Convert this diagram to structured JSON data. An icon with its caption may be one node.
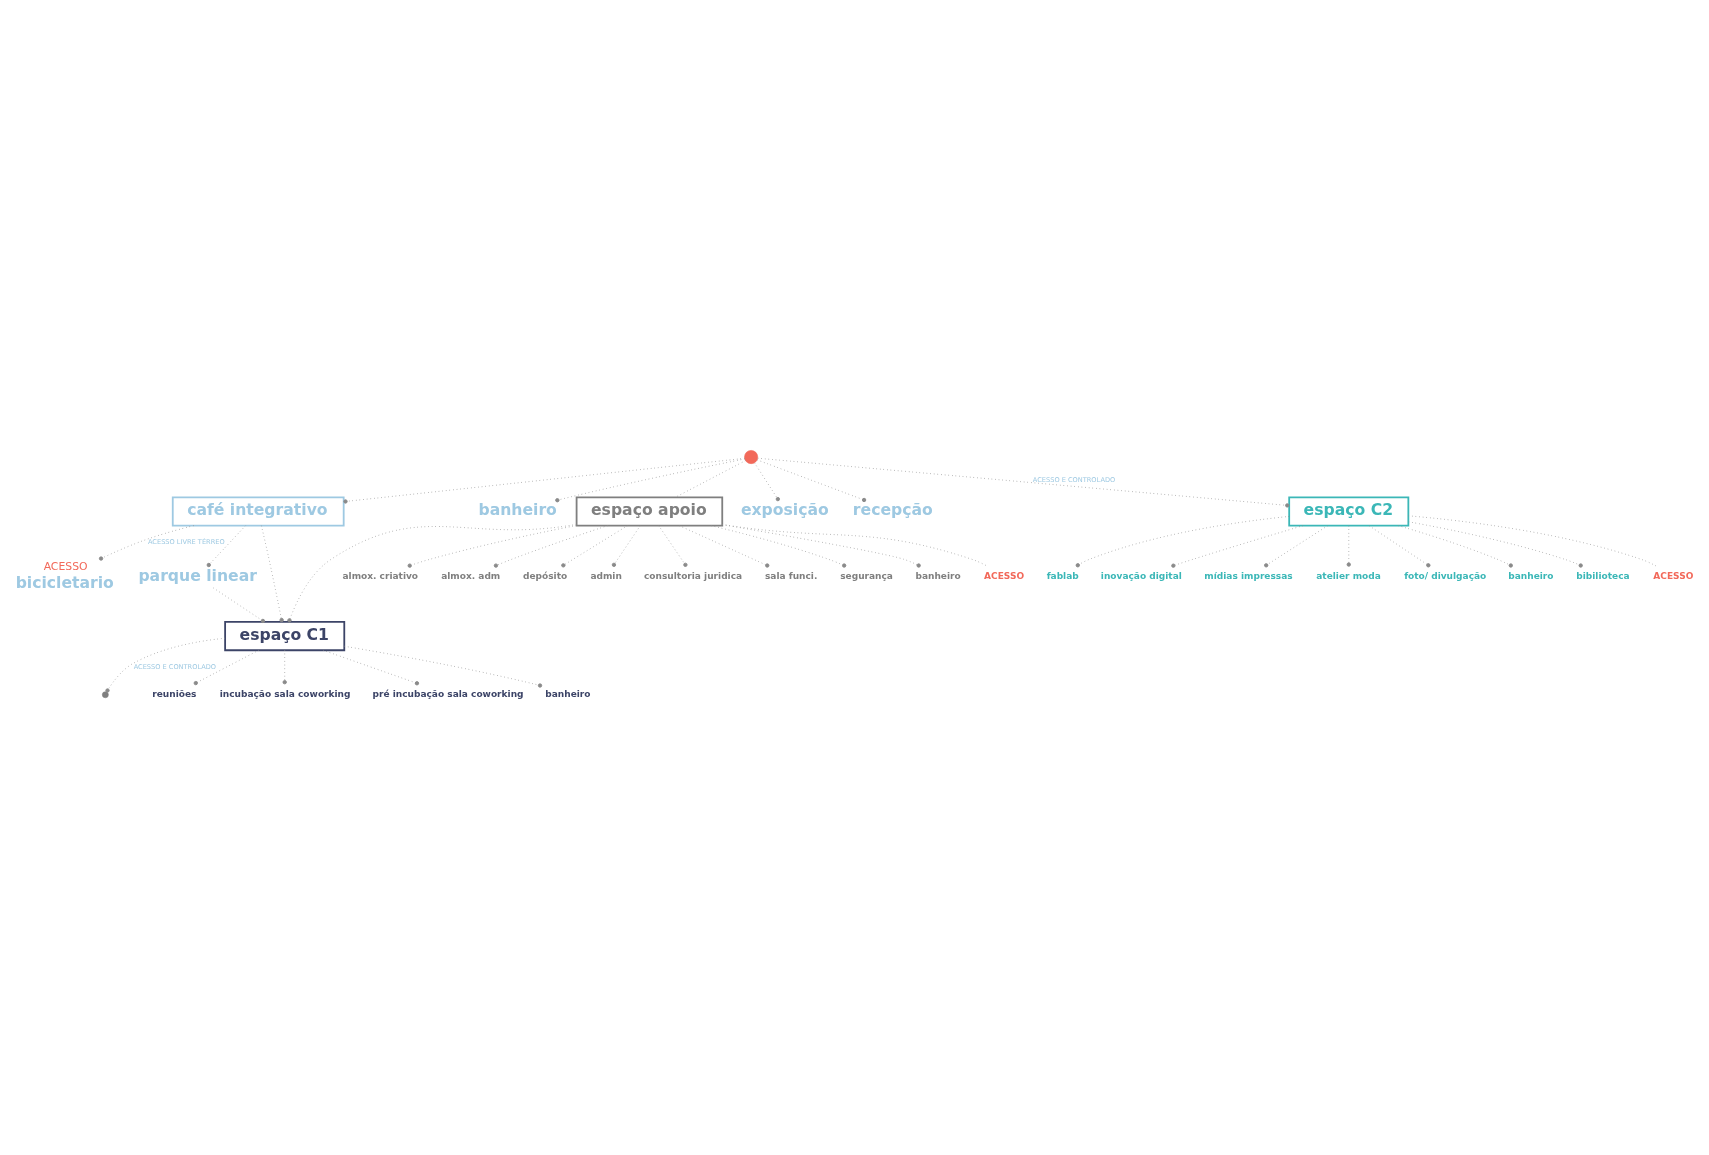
{
  "diagram": {
    "nodes": [
      {
        "text": [
          "bicicletario"
        ],
        "beside": [
          "ACESSO"
        ]
      },
      {
        "text": [
          "parque linear"
        ]
      },
      {
        "text": [
          "café integrativo"
        ]
      },
      {
        "text": [
          "espaço C1"
        ]
      },
      {
        "text": [
          "banheiro"
        ]
      },
      {
        "text": [],
        "shape": "circle"
      },
      {
        "text": [
          "espaço apoio"
        ]
      },
      {
        "text": [
          "exposição"
        ]
      },
      {
        "text": [
          "recepção"
        ]
      },
      {
        "text": [
          "espaço C2"
        ]
      },
      {
        "text": [
          "fablab"
        ]
      },
      {
        "text": [
          "inovação digital"
        ]
      },
      {
        "text": [
          "mídias impressas"
        ]
      },
      {
        "text": [
          "atelier moda"
        ]
      },
      {
        "text": [
          "foto/ divulgação"
        ]
      },
      {
        "text": [
          "banheiro"
        ]
      },
      {
        "text": [
          "bibilioteca"
        ]
      },
      {
        "text": [
          "ACESSO"
        ]
      },
      {
        "text": [
          "almox. criativo"
        ]
      },
      {
        "text": [
          "almox. adm"
        ]
      },
      {
        "text": [
          "depósito"
        ]
      },
      {
        "text": [
          "admin"
        ]
      },
      {
        "text": [
          "consultoria juridica"
        ]
      },
      {
        "text": [
          "sala funci."
        ]
      },
      {
        "text": [
          "segurança"
        ]
      },
      {
        "text": [
          "banheiro"
        ]
      },
      {
        "text": [
          "ACESSO"
        ]
      },
      {
        "text": [],
        "shape": "circle"
      },
      {
        "text": [
          "reuniões"
        ]
      },
      {
        "text": [
          "incubação sala coworking"
        ]
      },
      {
        "text": [
          "pré incubação sala coworking"
        ]
      },
      {
        "text": [
          "banheiro"
        ]
      }
    ],
    "edges": [
      {
        "from": 2,
        "to": 0,
        "arrow": "other",
        "label": "ACESSO LIVRE TÉRREO"
      },
      {
        "from": 2,
        "to": 1,
        "arrow": "other"
      },
      {
        "from": 1,
        "to": 3,
        "arrow": "other"
      },
      {
        "from": 2,
        "to": 3,
        "arrow": "other"
      },
      {
        "from": 5,
        "to": 2,
        "arrow": "other"
      },
      {
        "from": 5,
        "to": 4,
        "arrow": "other"
      },
      {
        "from": 5,
        "to": 7,
        "arrow": "other"
      },
      {
        "from": 5,
        "to": 8,
        "arrow": "other"
      },
      {
        "from": 5,
        "to": 6,
        "arrow": "none"
      },
      {
        "from": 6,
        "to": 3,
        "arrow": "other"
      },
      {
        "from": 5,
        "to": 9,
        "arrow": "other",
        "label": "ACESSO E CONTROLADO"
      },
      {
        "from": 9,
        "to": 10,
        "arrow": "other"
      },
      {
        "from": 9,
        "to": 11,
        "arrow": "other"
      },
      {
        "from": 9,
        "to": 12,
        "arrow": "other"
      },
      {
        "from": 9,
        "to": 13,
        "arrow": "other"
      },
      {
        "from": 9,
        "to": 14,
        "arrow": "other"
      },
      {
        "from": 9,
        "to": 15,
        "arrow": "other"
      },
      {
        "from": 9,
        "to": 16,
        "arrow": "other"
      },
      {
        "from": 9,
        "to": 17,
        "arrow": "none"
      },
      {
        "from": 6,
        "to": 18,
        "arrow": "other"
      },
      {
        "from": 6,
        "to": 19,
        "arrow": "other"
      },
      {
        "from": 6,
        "to": 20,
        "arrow": "other"
      },
      {
        "from": 6,
        "to": 21,
        "arrow": "other"
      },
      {
        "from": 6,
        "to": 22,
        "arrow": "other"
      },
      {
        "from": 6,
        "to": 23,
        "arrow": "other"
      },
      {
        "from": 6,
        "to": 24,
        "arrow": "other"
      },
      {
        "from": 6,
        "to": 25,
        "arrow": "other"
      },
      {
        "from": 6,
        "to": 26,
        "arrow": "none"
      },
      {
        "from": 3,
        "to": 27,
        "arrow": "other",
        "label": "ACESSO E CONTROLADO"
      },
      {
        "from": 3,
        "to": 28,
        "arrow": "other"
      },
      {
        "from": 3,
        "to": 29,
        "arrow": "other"
      },
      {
        "from": 3,
        "to": 30,
        "arrow": "other"
      },
      {
        "from": 3,
        "to": 31,
        "arrow": "other"
      }
    ]
  }
}
